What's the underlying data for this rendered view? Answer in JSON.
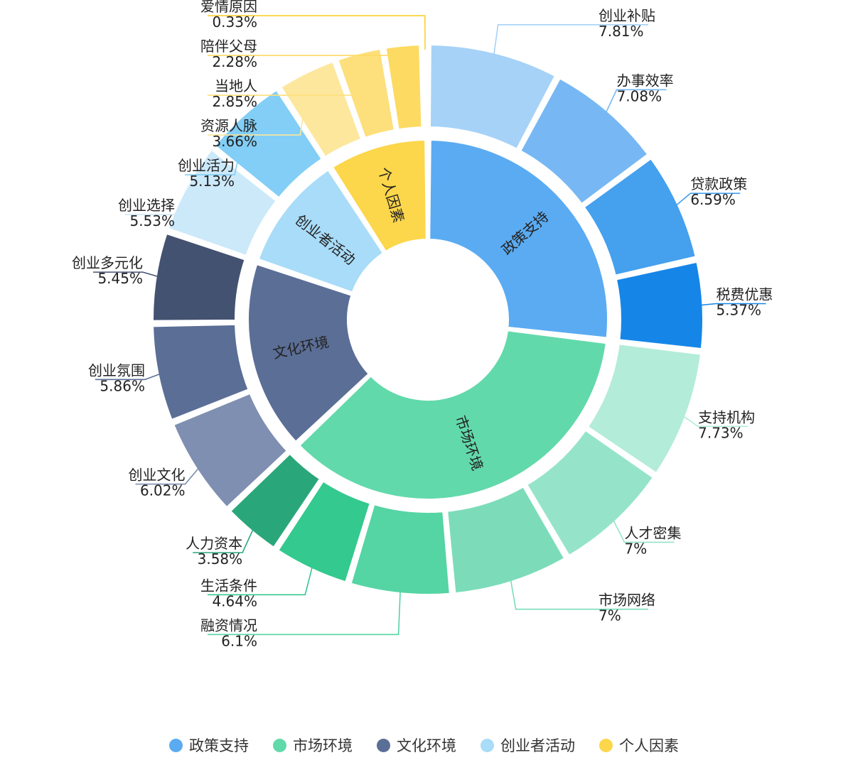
{
  "chart_data": {
    "type": "pie",
    "subtype": "nested-donut",
    "legend_position": "bottom",
    "inner": [
      {
        "name": "政策支持",
        "color": "#5aabf2"
      },
      {
        "name": "市场环境",
        "color": "#62d9ab"
      },
      {
        "name": "文化环境",
        "color": "#5b6e96"
      },
      {
        "name": "创业者活动",
        "color": "#a8dcf8"
      },
      {
        "name": "个人因素",
        "color": "#fcd64b"
      }
    ],
    "outer": [
      {
        "name": "创业补贴",
        "value": "7.81%",
        "group": "政策支持",
        "color": "#a6d2f8"
      },
      {
        "name": "办事效率",
        "value": "7.08%",
        "group": "政策支持",
        "color": "#77b8f4"
      },
      {
        "name": "贷款政策",
        "value": "6.59%",
        "group": "政策支持",
        "color": "#45a0ee"
      },
      {
        "name": "税费优惠",
        "value": "5.37%",
        "group": "政策支持",
        "color": "#1586e8"
      },
      {
        "name": "支持机构",
        "value": "7.73%",
        "group": "市场环境",
        "color": "#b3ecd8"
      },
      {
        "name": "人才密集",
        "value": "7%",
        "group": "市场环境",
        "color": "#95e4c9"
      },
      {
        "name": "市场网络",
        "value": "7%",
        "group": "市场环境",
        "color": "#7cdcba"
      },
      {
        "name": "融资情况",
        "value": "6.1%",
        "group": "市场环境",
        "color": "#55d4a4"
      },
      {
        "name": "生活条件",
        "value": "4.64%",
        "group": "市场环境",
        "color": "#34c98e"
      },
      {
        "name": "人力资本",
        "value": "3.58%",
        "group": "市场环境",
        "color": "#2aa77a"
      },
      {
        "name": "创业文化",
        "value": "6.02%",
        "group": "文化环境",
        "color": "#7e8fb1"
      },
      {
        "name": "创业氛围",
        "value": "5.86%",
        "group": "文化环境",
        "color": "#5b6e96"
      },
      {
        "name": "创业多元化",
        "value": "5.45%",
        "group": "文化环境",
        "color": "#445271"
      },
      {
        "name": "创业选择",
        "value": "5.53%",
        "group": "创业者活动",
        "color": "#cce9fa"
      },
      {
        "name": "创业活力",
        "value": "5.13%",
        "group": "创业者活动",
        "color": "#82cef6"
      },
      {
        "name": "资源人脉",
        "value": "3.66%",
        "group": "个人因素",
        "color": "#fde79d"
      },
      {
        "name": "当地人",
        "value": "2.85%",
        "group": "个人因素",
        "color": "#fddf7b"
      },
      {
        "name": "陪伴父母",
        "value": "2.28%",
        "group": "个人因素",
        "color": "#fdda62"
      },
      {
        "name": "爱情原因",
        "value": "0.33%",
        "group": "个人因素",
        "color": "#fcd02e"
      }
    ]
  }
}
